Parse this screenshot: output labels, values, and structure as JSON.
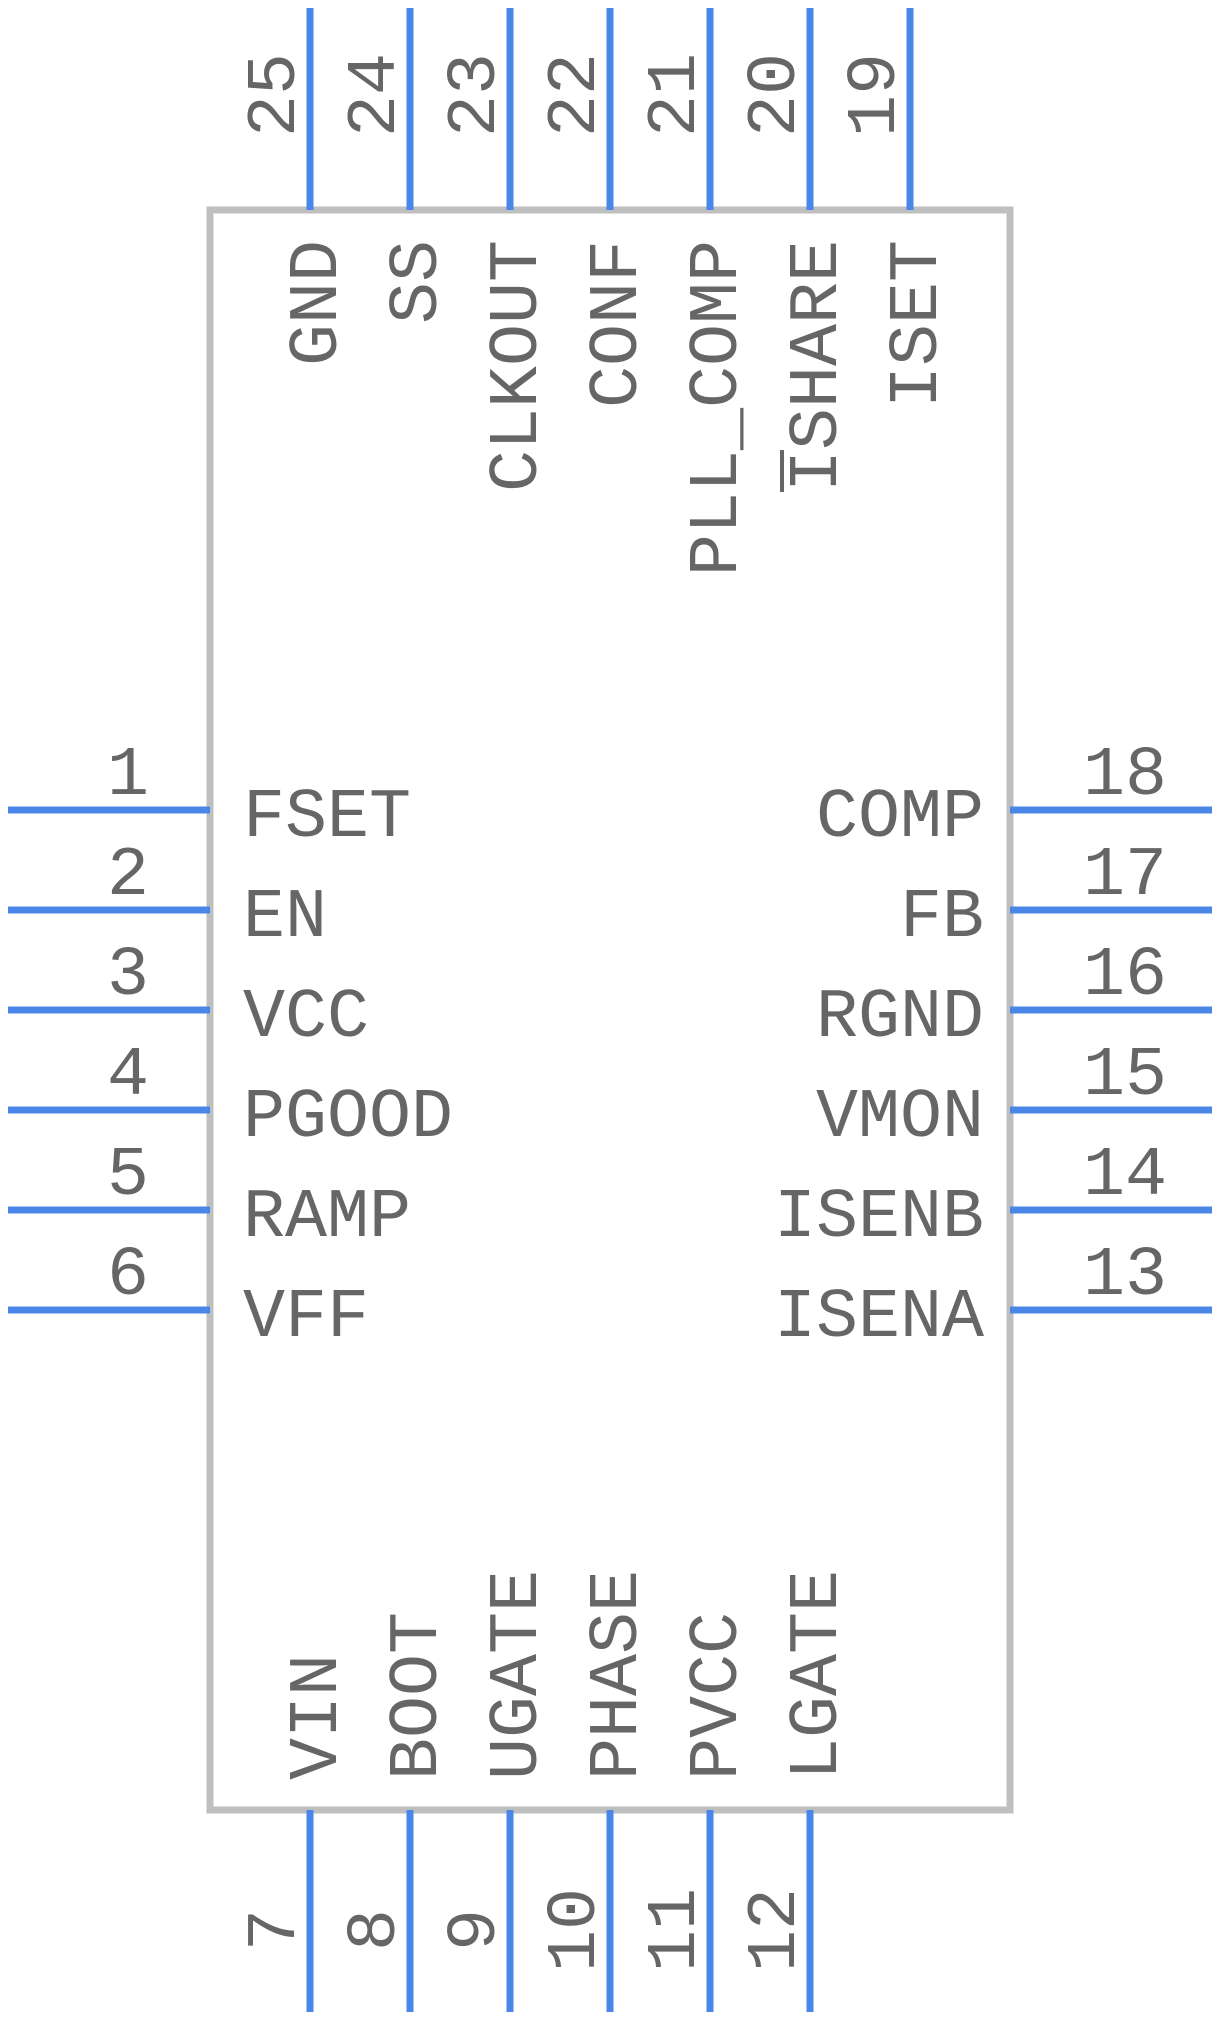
{
  "colors": {
    "pin": "#4a86e8",
    "body_outline": "#bfbfbf",
    "text": "#666666",
    "background": "#ffffff"
  },
  "pins": {
    "left": [
      {
        "number": "1",
        "name": "FSET"
      },
      {
        "number": "2",
        "name": "EN"
      },
      {
        "number": "3",
        "name": "VCC"
      },
      {
        "number": "4",
        "name": "PGOOD"
      },
      {
        "number": "5",
        "name": "RAMP"
      },
      {
        "number": "6",
        "name": "VFF"
      }
    ],
    "right": [
      {
        "number": "18",
        "name": "COMP"
      },
      {
        "number": "17",
        "name": "FB"
      },
      {
        "number": "16",
        "name": "RGND"
      },
      {
        "number": "15",
        "name": "VMON"
      },
      {
        "number": "14",
        "name": "ISENB"
      },
      {
        "number": "13",
        "name": "ISENA"
      }
    ],
    "top": [
      {
        "number": "25",
        "name": "GND"
      },
      {
        "number": "24",
        "name": "SS"
      },
      {
        "number": "23",
        "name": "CLKOUT"
      },
      {
        "number": "22",
        "name": "CONF"
      },
      {
        "number": "21",
        "name": "PLL_COMP"
      },
      {
        "number": "20",
        "name": "ISHARE",
        "overbar": true
      },
      {
        "number": "19",
        "name": "ISET"
      }
    ],
    "bottom": [
      {
        "number": "7",
        "name": "VIN"
      },
      {
        "number": "8",
        "name": "BOOT"
      },
      {
        "number": "9",
        "name": "UGATE"
      },
      {
        "number": "10",
        "name": "PHASE"
      },
      {
        "number": "11",
        "name": "PVCC"
      },
      {
        "number": "12",
        "name": "LGATE"
      }
    ]
  }
}
